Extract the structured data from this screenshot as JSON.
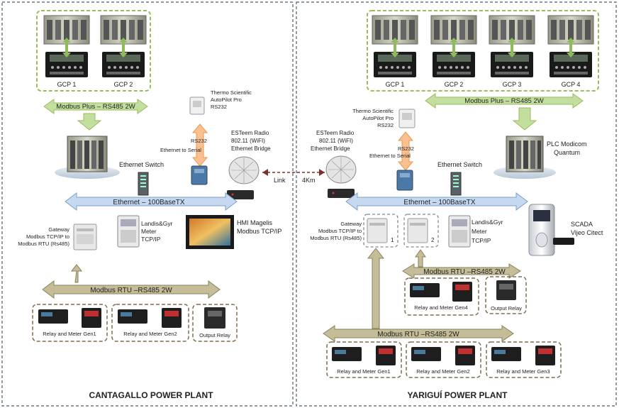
{
  "left_plant": {
    "title": "CANTAGALLO POWER PLANT",
    "gcp_labels": [
      "GCP 1",
      "GCP 2"
    ],
    "modbus_plus": "Modbus Plus – RS485 2W",
    "ethernet_switch": "Ethernet Switch",
    "thermo": [
      "Thermo Scientific",
      "AutoPilot Pro",
      "RS232"
    ],
    "rs232": "RS232",
    "eth_to_serial": "Ethernet to Serial",
    "radio": [
      "ESTeem Radio",
      "802.11 (WiFI)",
      "Ethernet Bridge"
    ],
    "link": "Link",
    "ethernet": "Ethernet – 100BaseTX",
    "gateway": [
      "Gateway",
      "Modbus TCP/IP to",
      "Modbus RTU (Rs485)"
    ],
    "landis": [
      "Landis&Gyr",
      "Meter",
      "TCP/IP"
    ],
    "hmi": [
      "HMI Magelis",
      "Modbus TCP/IP"
    ],
    "modbus_rtu": "Modbus RTU –RS485 2W",
    "relay_gen1": "Relay and Meter Gen1",
    "relay_gen2": "Relay and  Meter Gen2",
    "output_relay": "Output Relay"
  },
  "right_plant": {
    "title": "YARIGUÍ POWER PLANT",
    "gcp_labels": [
      "GCP 1",
      "GCP 2",
      "GCP 3",
      "GCP 4"
    ],
    "modbus_plus": "Modbus Plus – RS485 2W",
    "thermo": [
      "Thermo Scientific",
      "AutoPilot Pro",
      "RS232"
    ],
    "rs232": "RS232",
    "eth_to_serial": "Ethernet to Serial",
    "radio": [
      "ESTeem Radio",
      "802.11 (WiFI)",
      "Ethernet Bridge"
    ],
    "distance": "4Km",
    "ethernet_switch": "Ethernet Switch",
    "plc": [
      "PLC Modicom",
      "Quantum"
    ],
    "ethernet": "Ethernet – 100BaseTX",
    "gateway": [
      "Gateway",
      "Modbus TCP/IP to",
      "Modbus RTU (Rs485)"
    ],
    "gateway_nums": [
      "1",
      "2"
    ],
    "landis": [
      "Landis&Gyr",
      "Meter",
      "TCP/IP"
    ],
    "scada": [
      "SCADA",
      "Vijeo Citect"
    ],
    "modbus_rtu_upper": "Modbus RTU –RS485 2W",
    "relay_gen4": "Relay and Meter Gen4",
    "output_relay": "Output Relay",
    "modbus_rtu_lower": "Modbus RTU –RS485 2W",
    "relay_gen1": "Relay and Meter Gen1",
    "relay_gen2": "Relay and Meter Gen2",
    "relay_gen3": "Relay and Meter Gen3"
  },
  "colors": {
    "green_box": "#9bbb59",
    "green_arrow": "#c3dfa0",
    "blue_arrow": "#c6d9f1",
    "tan_arrow": "#c4bd97",
    "brown_box": "#7f6f50",
    "orange_arrow": "#fac090",
    "link_line": "#7f2f2f"
  }
}
